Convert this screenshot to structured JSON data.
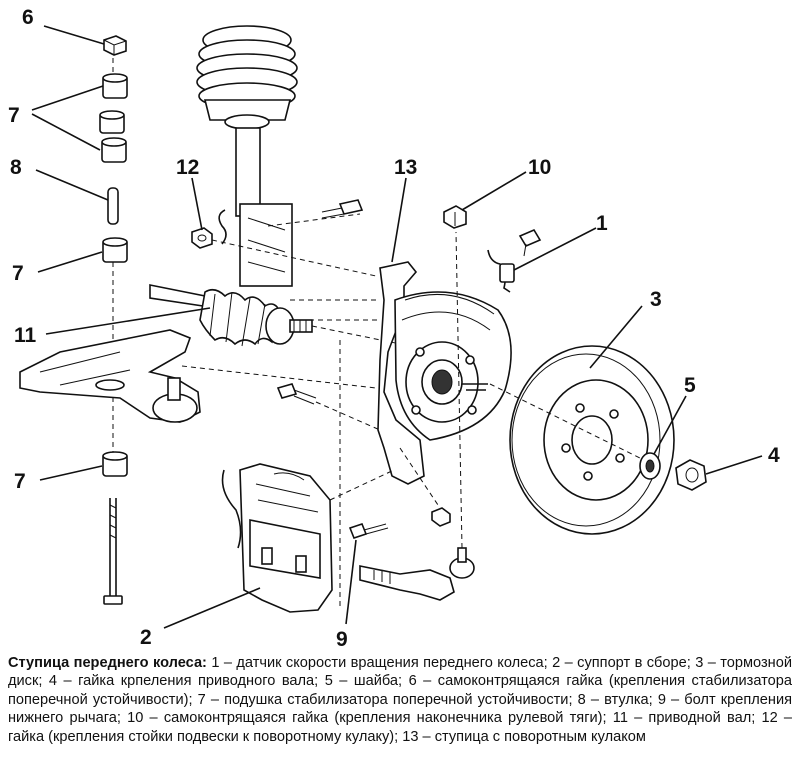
{
  "labels": {
    "n1": "1",
    "n2": "2",
    "n3": "3",
    "n4": "4",
    "n5": "5",
    "n6": "6",
    "n7a": "7",
    "n7b": "7",
    "n7c": "7",
    "n8": "8",
    "n9": "9",
    "n10": "10",
    "n11": "11",
    "n12": "12",
    "n13": "13"
  },
  "caption": {
    "title": "Ступица переднего колеса:",
    "text": " 1 – датчик скорости вращения переднего колеса; 2 – суппорт в сборе; 3 – тормозной диск; 4 – гайка крпеления приводного вала; 5 – шайба; 6 – самоконтрящаяся гайка (крепления стабилизатора поперечной устойчивости); 7 – подушка стабилизатора поперечной устойчивости; 8 – втулка; 9 – болт крепления нижнего рычага; 10 – самоконтрящаяся гайка (крепления наконечника рулевой тяги); 11 – приводной вал; 12 – гайка (крепления стойки подвески к поворотному кулаку); 13 – ступица с поворотным кулаком"
  }
}
